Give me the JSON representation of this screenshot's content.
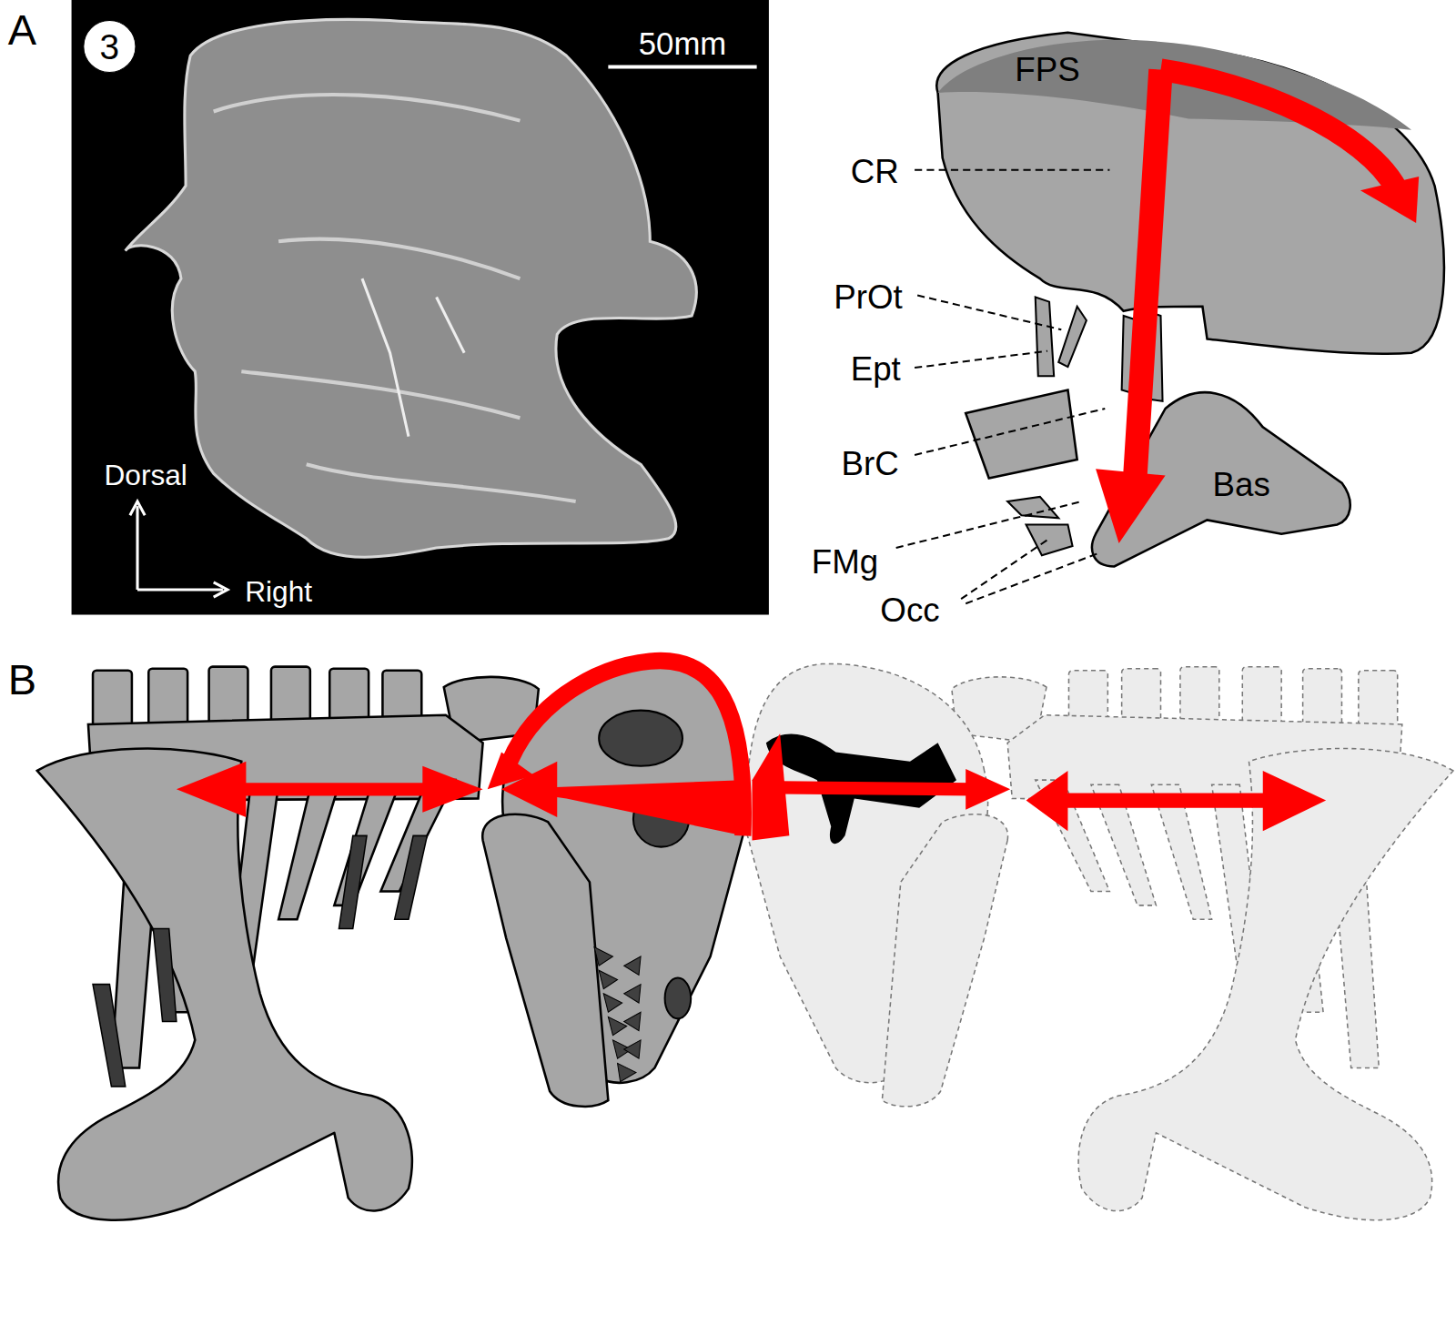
{
  "diagram": {
    "labels": [
      "A",
      "3",
      "50mm",
      "Dorsal",
      "Right",
      "FPS",
      "CR",
      "PrOt",
      "Ept",
      "BrC",
      "Bas",
      "FMg",
      "Occ",
      "B"
    ]
  }
}
